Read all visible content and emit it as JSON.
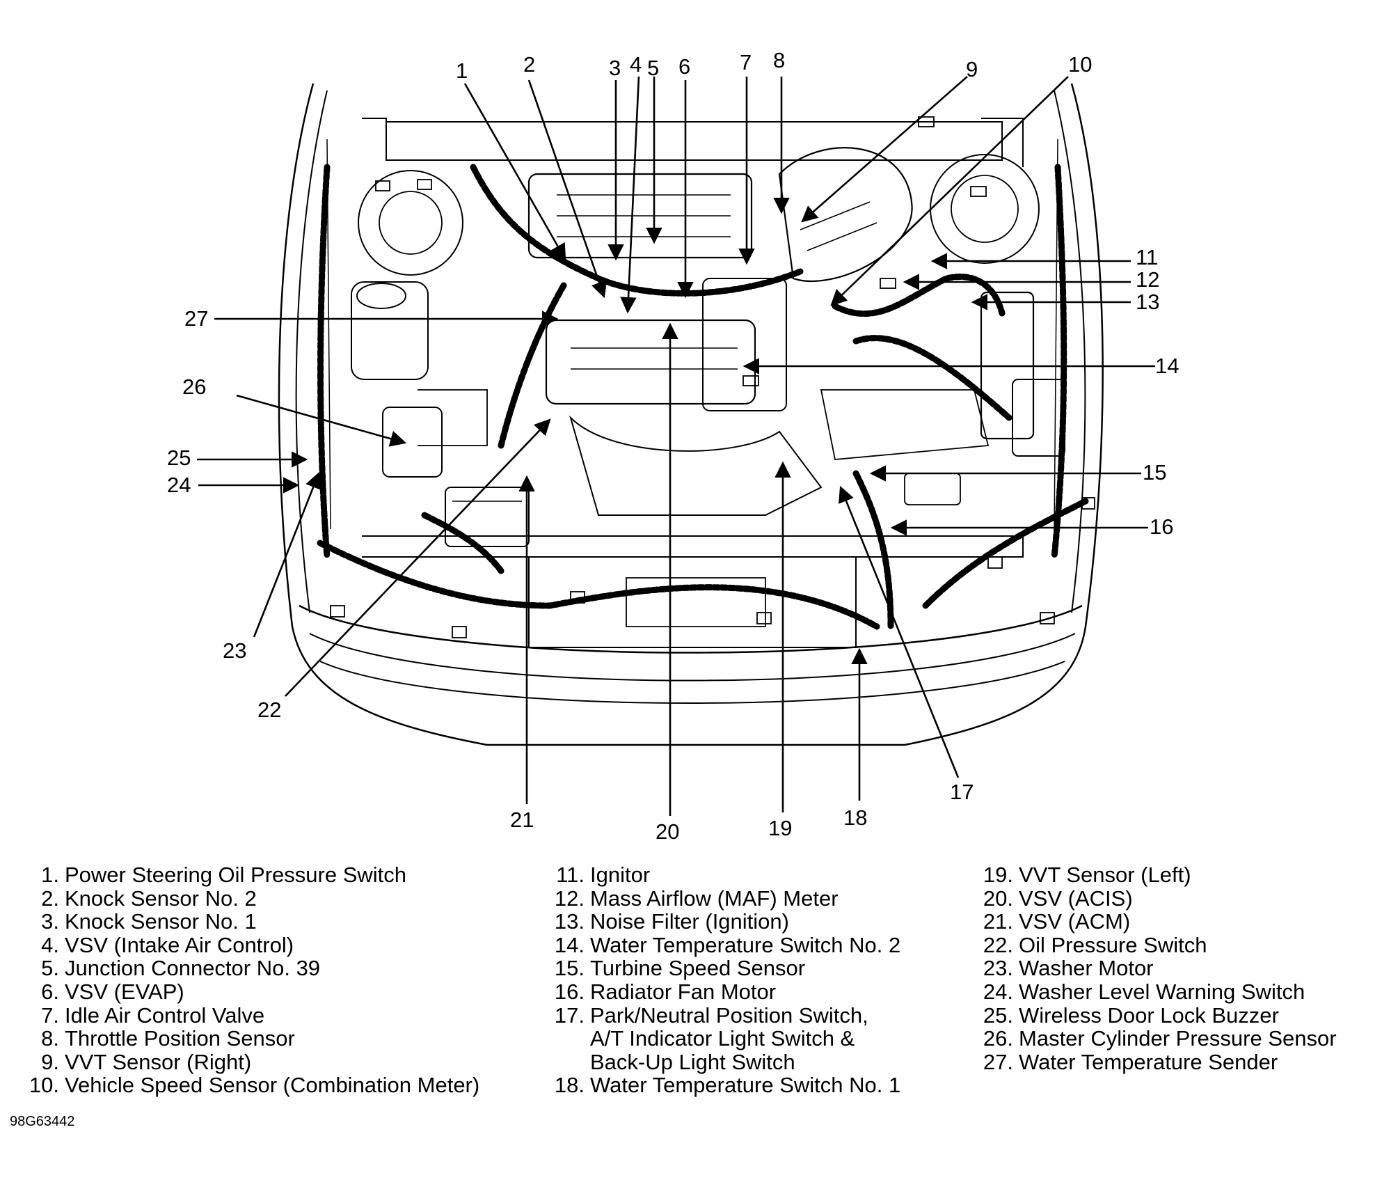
{
  "figure_id": "98G63442",
  "callout_numbers": [
    "1",
    "2",
    "3",
    "4",
    "5",
    "6",
    "7",
    "8",
    "9",
    "10",
    "11",
    "12",
    "13",
    "14",
    "15",
    "16",
    "17",
    "18",
    "19",
    "20",
    "21",
    "22",
    "23",
    "24",
    "25",
    "26",
    "27"
  ],
  "legend": {
    "column1": [
      {
        "num": "1.",
        "text": "Power Steering Oil Pressure Switch"
      },
      {
        "num": "2.",
        "text": "Knock Sensor No. 2"
      },
      {
        "num": "3.",
        "text": "Knock Sensor No. 1"
      },
      {
        "num": "4.",
        "text": "VSV (Intake Air Control)"
      },
      {
        "num": "5.",
        "text": "Junction Connector No. 39"
      },
      {
        "num": "6.",
        "text": "VSV (EVAP)"
      },
      {
        "num": "7.",
        "text": "Idle Air Control Valve"
      },
      {
        "num": "8.",
        "text": "Throttle Position Sensor"
      },
      {
        "num": "9.",
        "text": "VVT Sensor (Right)"
      },
      {
        "num": "10.",
        "text": "Vehicle Speed Sensor (Combination Meter)"
      }
    ],
    "column2": [
      {
        "num": "11.",
        "text": "Ignitor"
      },
      {
        "num": "12.",
        "text": "Mass Airflow (MAF) Meter"
      },
      {
        "num": "13.",
        "text": "Noise Filter (Ignition)"
      },
      {
        "num": "14.",
        "text": "Water Temperature Switch No. 2"
      },
      {
        "num": "15.",
        "text": "Turbine Speed Sensor"
      },
      {
        "num": "16.",
        "text": "Radiator Fan Motor"
      },
      {
        "num": "17.",
        "text": "Park/Neutral Position Switch,"
      },
      {
        "num": "",
        "text": "A/T Indicator Light Switch &"
      },
      {
        "num": "",
        "text": "Back-Up Light Switch"
      },
      {
        "num": "18.",
        "text": "Water Temperature Switch No. 1"
      }
    ],
    "column3": [
      {
        "num": "19.",
        "text": "VVT Sensor (Left)"
      },
      {
        "num": "20.",
        "text": "VSV (ACIS)"
      },
      {
        "num": "21.",
        "text": "VSV (ACM)"
      },
      {
        "num": "22.",
        "text": "Oil Pressure Switch"
      },
      {
        "num": "23.",
        "text": "Washer Motor"
      },
      {
        "num": "24.",
        "text": "Washer Level Warning Switch"
      },
      {
        "num": "25.",
        "text": "Wireless Door Lock Buzzer"
      },
      {
        "num": "26.",
        "text": "Master Cylinder Pressure Sensor"
      },
      {
        "num": "27.",
        "text": "Water Temperature Sender"
      }
    ]
  }
}
